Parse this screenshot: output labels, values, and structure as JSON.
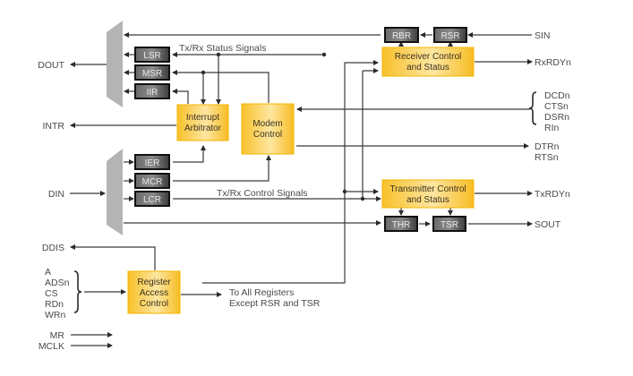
{
  "colors": {
    "block_fill_light": "#fde9a6",
    "block_fill": "#f8c537",
    "block_edge": "#f2a900",
    "register_fill": "#555555",
    "register_edge": "#111111",
    "mux_fill": "#b4b4b4",
    "wire": "#3a3a3a",
    "text": "#4a4a4a"
  },
  "blocks": {
    "interrupt_arbitrator": [
      "Interrupt",
      "Arbitrator"
    ],
    "modem_control": [
      "Modem",
      "Control"
    ],
    "receiver_control": [
      "Receiver Control",
      "and Status"
    ],
    "transmitter_control": [
      "Transmitter Control",
      "and Status"
    ],
    "register_access": [
      "Register",
      "Access",
      "Control"
    ]
  },
  "registers": {
    "lsr": "LSR",
    "msr": "MSR",
    "iir": "IIR",
    "ier": "IER",
    "mcr": "MCR",
    "lcr": "LCR",
    "rbr": "RBR",
    "rsr": "RSR",
    "thr": "THR",
    "tsr": "TSR"
  },
  "signals": {
    "dout": "DOUT",
    "intr": "INTR",
    "din": "DIN",
    "ddis": "DDIS",
    "addr_group": [
      "A",
      "ADSn",
      "CS",
      "RDn",
      "WRn"
    ],
    "mr": "MR",
    "mclk": "MCLK",
    "sin": "SIN",
    "rxrdyn": "RxRDYn",
    "modem_inputs": [
      "DCDn",
      "CTSn",
      "DSRn",
      "RIn"
    ],
    "modem_outputs": [
      "DTRn",
      "RTSn"
    ],
    "txrdyn": "TxRDYn",
    "sout": "SOUT"
  },
  "annotations": {
    "status_signals": "Tx/Rx Status Signals",
    "control_signals": "Tx/Rx Control Signals",
    "to_all_registers": [
      "To All Registers",
      "Except RSR and TSR"
    ]
  }
}
